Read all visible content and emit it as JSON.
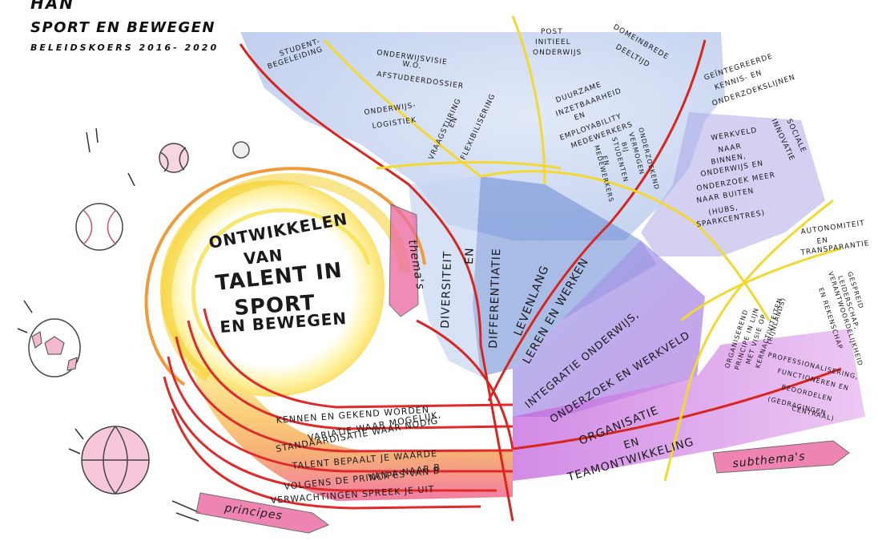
{
  "header": {
    "org": "HAN",
    "title": "SPORT EN BEWEGEN",
    "subtitle": "BELEIDSKOERS 2016- 2020"
  },
  "center": {
    "line1": "ONTWIKKELEN",
    "line2": "VAN",
    "line3": "TALENT IN",
    "line4": "SPORT",
    "line5": "EN BEWEGEN"
  },
  "ribbons": {
    "themas": "thema's",
    "principes": "principes",
    "subthemas": "subthema's"
  },
  "principles": [
    "KENNEN EN GEKEND WORDEN",
    "VARIATIE WAAR MOGELIJK,",
    "STANDAARDISATIE WAAR NODIG",
    "TALENT BEPAALT JE WAARDE",
    "VAN A NAAR B",
    "VOLGENS DE PRINCIPES VAN B",
    "VERWACHTINGEN SPREEK JE UIT"
  ],
  "themes": {
    "diversiteit": [
      "DIVERSITEIT",
      "EN",
      "DIFFERENTIATIE"
    ],
    "levenlang": [
      "LEVENLANG",
      "LEREN EN WERKEN"
    ],
    "integratie": [
      "INTEGRATIE ONDERWIJS,",
      "ONDERZOEK EN WERKVELD"
    ],
    "organisatie": [
      "ORGANISATIE",
      "EN",
      "TEAMONTWIKKELING"
    ]
  },
  "subthemes": {
    "studentbegeleiding": [
      "STUDENT-",
      "BEGELEIDING"
    ],
    "onderwijsvisie": [
      "ONDERWIJSVISIE",
      "W.O.",
      "AFSTUDEERDOSSIER"
    ],
    "onderwijslogistiek": [
      "ONDERWIJS-",
      "LOGISTIEK"
    ],
    "vraagsturing": [
      "VRAAGSTURING",
      "EN",
      "FLEXIBILISERING"
    ],
    "post_initieel": [
      "POST",
      "INITIEEL",
      "ONDERWIJS"
    ],
    "domeinbrede": [
      "DOMEINBREDE",
      "DEELTIJD"
    ],
    "duurzame": [
      "DUURZAME",
      "INZETBAARHEID",
      "EN",
      "EMPLOYABILITY",
      "MEDEWERKERS"
    ],
    "onderzoekend": [
      "ONDERZOEKEND",
      "VERMOGEN",
      "BIJ",
      "STUDENTEN",
      "EN",
      "MEDEWERKERS"
    ],
    "geintegreerde": [
      "GEÏNTEGREERDE",
      "KENNIS- EN",
      "ONDERZOEKSLIJNEN"
    ],
    "sociale": [
      "SOCIALE",
      "INNOVATIE"
    ],
    "werkveld": [
      "WERKVELD",
      "NAAR",
      "BINNEN,",
      "ONDERWIJS EN",
      "ONDERZOEK MEER",
      "NAAR BUITEN",
      "(HUBS,",
      "SPARKCENTRES)"
    ],
    "autonomiteit": [
      "AUTONOMITEIT",
      "EN",
      "TRANSPARANTIE"
    ],
    "organiserend": [
      "ORGANISEREND",
      "PRINCIPE IN LIJN",
      "MET VISIE OP",
      "KERNACTIVITEITEN",
      "(RIJNLANDS)"
    ],
    "gespreid": [
      "GESPREID",
      "LEIDERSCHAP,",
      "VERANTWOORDELIJKHEID",
      "EN REKENSCHAP"
    ],
    "professionalisering": [
      "PROFESSIONALISERING,",
      "FUNCTIONEREN EN",
      "BEOORDELEN",
      "(GEDRAGINGEN",
      "CENTRAAL)"
    ]
  },
  "colors": {
    "blue": "#9db6e4",
    "deep_blue": "#6f8fd6",
    "purple": "#b48be0",
    "violet": "#c679e6",
    "yellow": "#f6df3c",
    "orange": "#f19a3a",
    "red": "#e02a2a",
    "pink": "#ec5c94"
  }
}
